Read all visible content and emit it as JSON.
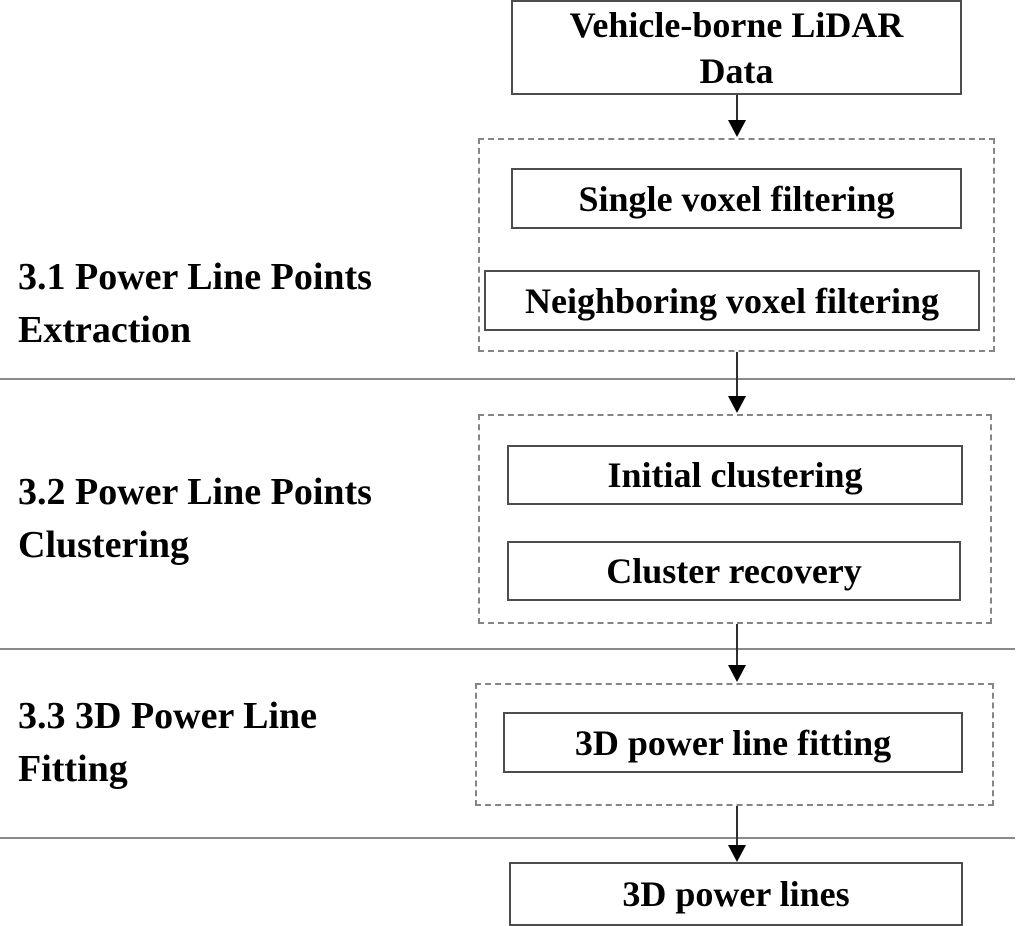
{
  "diagram": {
    "title_hint": "Power line extraction workflow flowchart",
    "input_box": {
      "label": "Vehicle-borne LiDAR Data"
    },
    "sections": [
      {
        "label_lines": [
          "3.1 Power Line Points",
          "Extraction"
        ],
        "steps": [
          {
            "label": "Single voxel filtering"
          },
          {
            "label": "Neighboring voxel filtering"
          }
        ]
      },
      {
        "label_lines": [
          "3.2 Power Line Points",
          "Clustering"
        ],
        "steps": [
          {
            "label": "Initial clustering"
          },
          {
            "label": "Cluster recovery"
          }
        ]
      },
      {
        "label_lines": [
          "3.3 3D Power Line",
          "Fitting"
        ],
        "steps": [
          {
            "label": "3D power line fitting"
          }
        ]
      }
    ],
    "output_box": {
      "label": "3D power lines"
    },
    "colors": {
      "background": "#ffffff",
      "text": "#000000",
      "solid_border": "#4d4d4d",
      "dashed_border": "#858585",
      "divider": "#8a8a8a",
      "arrow": "#000000"
    }
  }
}
